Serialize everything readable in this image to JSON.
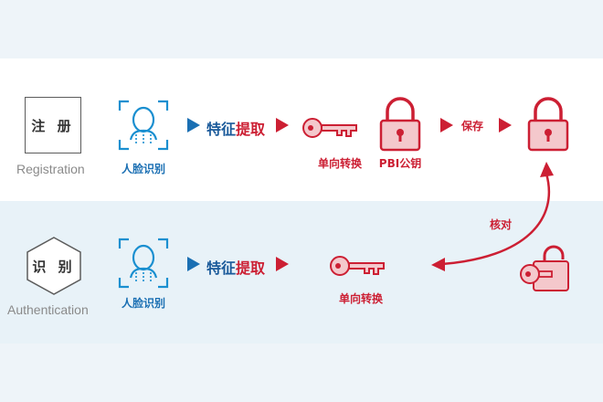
{
  "registration": {
    "stage_label": "注 册",
    "stage_sub": "Registration",
    "face_label": "人脸识别",
    "feature_part1": "特征",
    "feature_part2": "提取",
    "key_label": "单向转换",
    "lock_label": "PBI公钥",
    "save_label": "保存"
  },
  "authentication": {
    "stage_label": "识 别",
    "stage_sub": "Authentication",
    "face_label": "人脸识别",
    "feature_part1": "特征",
    "feature_part2": "提取",
    "key_label": "单向转换",
    "verify_label": "核对"
  },
  "colors": {
    "blue": "#1a6fb3",
    "red": "#cc1f33",
    "pink": "#f4c8cc"
  }
}
